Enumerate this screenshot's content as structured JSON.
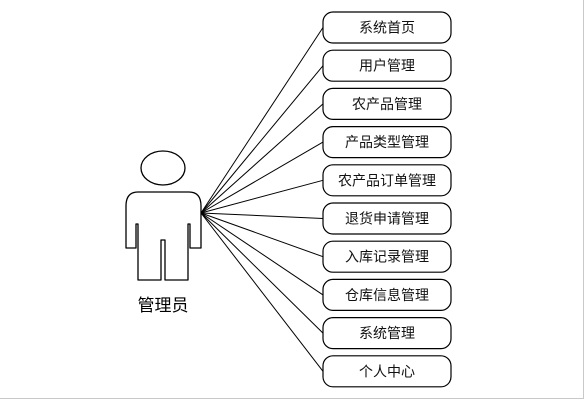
{
  "diagram": {
    "actor": {
      "label": "管理员"
    },
    "use_cases": [
      {
        "label": "系统首页"
      },
      {
        "label": "用户管理"
      },
      {
        "label": "农产品管理"
      },
      {
        "label": "产品类型管理"
      },
      {
        "label": "农产品订单管理"
      },
      {
        "label": "退货申请管理"
      },
      {
        "label": "入库记录管理"
      },
      {
        "label": "仓库信息管理"
      },
      {
        "label": "系统管理"
      },
      {
        "label": "个人中心"
      }
    ],
    "colors": {
      "stroke": "#000000",
      "actor_fill": "#ffffff",
      "box_fill": "#ffffff",
      "frame": "#c9c9c9"
    }
  }
}
